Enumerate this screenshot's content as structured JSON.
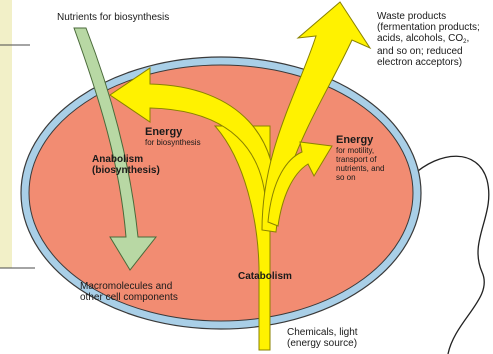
{
  "labels": {
    "nutrients": "Nutrients for biosynthesis",
    "waste": [
      "Waste products",
      "(fermentation products;",
      "acids, alcohols, CO",
      "and so on; reduced",
      "electron acceptors)"
    ],
    "waste_co2_sub": "2",
    "energy_left_title": "Energy",
    "energy_left_desc": "for biosynthesis",
    "anabolism": [
      "Anabolism",
      "(biosynthesis)"
    ],
    "energy_right_title": "Energy",
    "energy_right_desc": [
      "for motility,",
      "transport of",
      "nutrients, and",
      "so on"
    ],
    "macromolecules": [
      "Macromolecules and",
      "other cell components"
    ],
    "catabolism": "Catabolism",
    "chemicals": [
      "Chemicals, light",
      "(energy source)"
    ]
  },
  "colors": {
    "cytoplasm": "#f28c72",
    "membrane": "#a9cfe7",
    "energy_arrow": "#fff200",
    "nutrient_arrow": "#b8d8a4",
    "side_panel": "#f2f0c8"
  }
}
